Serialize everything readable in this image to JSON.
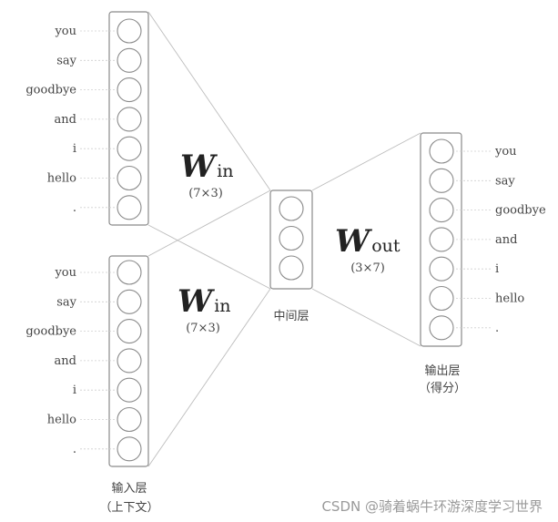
{
  "input_words_top": [
    "you",
    "say",
    "goodbye",
    "and",
    "i",
    "hello",
    "."
  ],
  "input_words_bottom": [
    "you",
    "say",
    "goodbye",
    "and",
    "i",
    "hello",
    "."
  ],
  "output_words": [
    "you",
    "say",
    "goodbye",
    "and",
    "i",
    "hello",
    "."
  ],
  "w_in_top": {
    "symbol": "W",
    "subscript": "in",
    "dim": "(7×3)"
  },
  "w_in_bottom": {
    "symbol": "W",
    "subscript": "in",
    "dim": "(7×3)"
  },
  "w_out": {
    "symbol": "W",
    "subscript": "out",
    "dim": "(3×7)"
  },
  "hidden_label": "中间层",
  "input_label": {
    "line1": "输入层",
    "line2": "（上下文）"
  },
  "output_label": {
    "line1": "输出层",
    "line2": "（得分）"
  },
  "watermark": "CSDN @骑着蜗牛环游深度学习世界"
}
